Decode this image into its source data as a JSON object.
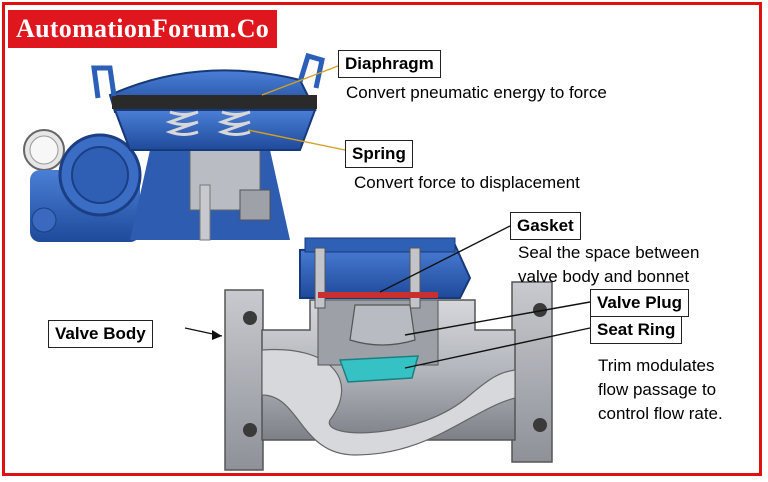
{
  "brand": "AutomationForum.Co",
  "labels": {
    "diaphragm": "Diaphragm",
    "diaphragm_desc": "Convert pneumatic energy to force",
    "spring": "Spring",
    "spring_desc": "Convert force to displacement",
    "gasket": "Gasket",
    "gasket_desc_1": "Seal the space between",
    "gasket_desc_2": "valve body and bonnet",
    "valve_plug": "Valve Plug",
    "seat_ring": "Seat Ring",
    "valve_body": "Valve Body",
    "trim_desc_1": "Trim modulates",
    "trim_desc_2": "flow passage to",
    "trim_desc_3": "control flow rate."
  },
  "colors": {
    "frame": "#e01010",
    "brand_bg": "#e0161e",
    "actuator_blue": "#2b5fb8",
    "body_grey": "#a9acb3",
    "seat_teal": "#36c1c4",
    "gasket_red": "#c8302f",
    "leader_gold": "#d4a020"
  }
}
